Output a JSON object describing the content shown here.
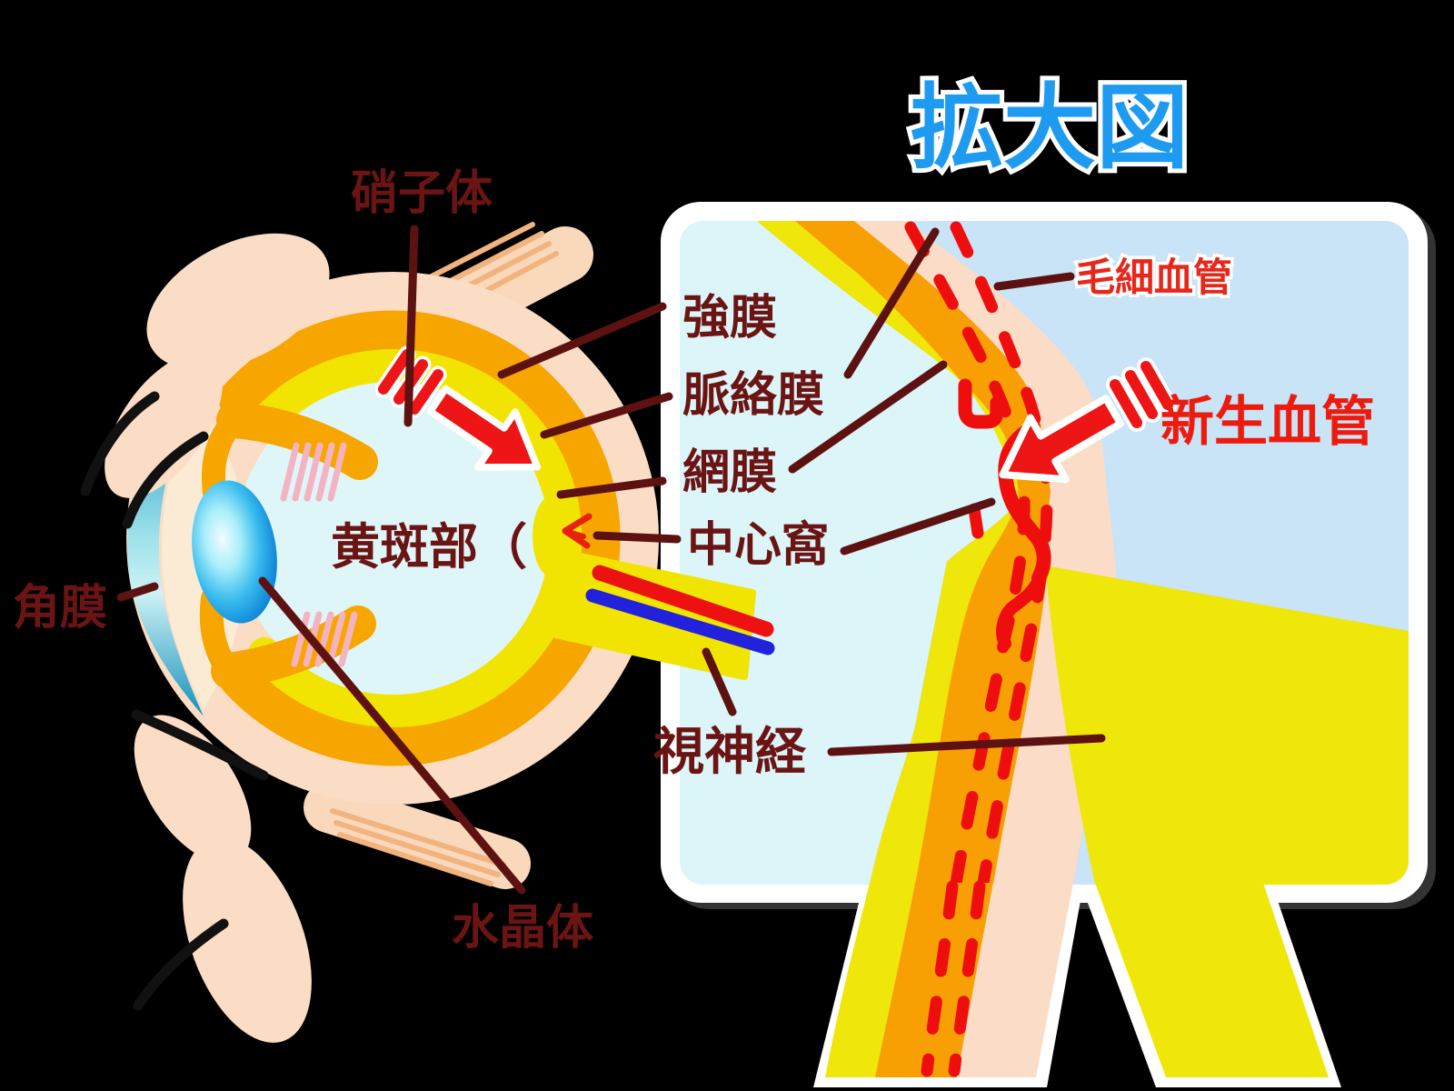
{
  "title": {
    "text": "拡大図",
    "color": "#1E9BF0"
  },
  "eye_labels": {
    "vitreous": "硝子体",
    "cornea": "角膜",
    "lens": "水晶体",
    "macula": "黄斑部（",
    "optic_nerve": "視神経"
  },
  "layer_labels": {
    "sclera": "強膜",
    "choroid": "脈絡膜",
    "retina": "網膜",
    "fovea": "中心窩"
  },
  "panel_labels": {
    "capillary": "毛細血管",
    "new_vessels": "新生血管"
  },
  "colors": {
    "label_maroon": "#6B1414",
    "leader_line": "#5E1111",
    "title_blue": "#1E9BF0",
    "alert_red": "#ED1B0E",
    "sclera_peach": "#FBDCC5",
    "choroid_orange": "#F7A600",
    "retina_yellow": "#F1E400",
    "vitreous_cyan": "#DFF6F8",
    "panel_bg_blue": "#C9E3F7",
    "panel_bg_cyan": "#DBF5F8",
    "vessel_red": "#EE1111",
    "vein_blue": "#2222DD"
  }
}
